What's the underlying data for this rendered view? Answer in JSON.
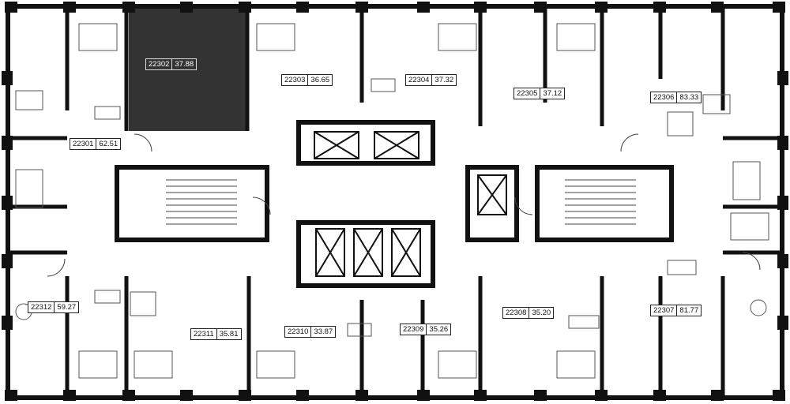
{
  "units": [
    {
      "id": "22301",
      "area": "62.51"
    },
    {
      "id": "22302",
      "area": "37.88",
      "highlighted": true
    },
    {
      "id": "22303",
      "area": "36.65"
    },
    {
      "id": "22304",
      "area": "37.32"
    },
    {
      "id": "22305",
      "area": "37.12"
    },
    {
      "id": "22306",
      "area": "83.33"
    },
    {
      "id": "22307",
      "area": "81.77"
    },
    {
      "id": "22308",
      "area": "35.20"
    },
    {
      "id": "22309",
      "area": "35.26"
    },
    {
      "id": "22310",
      "area": "33.87"
    },
    {
      "id": "22311",
      "area": "35.81"
    },
    {
      "id": "22312",
      "area": "59.27"
    }
  ],
  "colors": {
    "wall": "#111111",
    "highlight": "#333333",
    "line": "#666666",
    "background": "#ffffff"
  }
}
